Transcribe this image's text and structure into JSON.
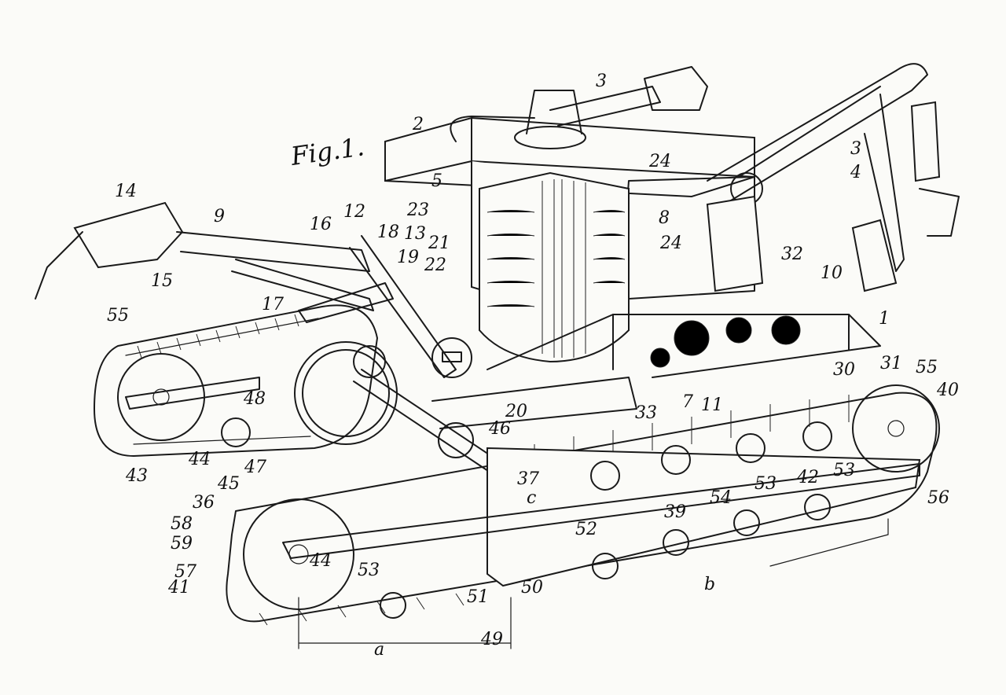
{
  "figure": {
    "title": "Fig.1.",
    "labels": [
      "1",
      "2",
      "3",
      "3",
      "4",
      "5",
      "7",
      "8",
      "9",
      "10",
      "11",
      "12",
      "13",
      "14",
      "15",
      "16",
      "17",
      "18",
      "19",
      "20",
      "21",
      "22",
      "23",
      "24",
      "24",
      "30",
      "31",
      "32",
      "33",
      "36",
      "37",
      "39",
      "40",
      "41",
      "42",
      "43",
      "44",
      "44",
      "45",
      "46",
      "47",
      "48",
      "49",
      "50",
      "51",
      "52",
      "53",
      "53",
      "53",
      "54",
      "55",
      "55",
      "56",
      "57",
      "58",
      "59",
      "a",
      "b",
      "c"
    ]
  }
}
